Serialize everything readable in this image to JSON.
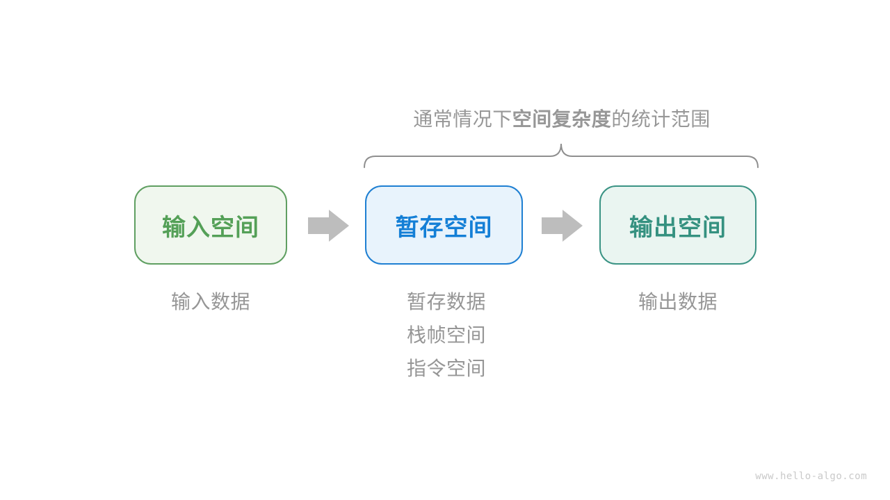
{
  "page": {
    "background": "#ffffff",
    "watermark": "www.hello-algo.com"
  },
  "title": {
    "prefix": "通常情况下",
    "bold": "空间复杂度",
    "suffix": "的统计范围",
    "color": "#979797"
  },
  "brace": {
    "color": "#8f8f8f",
    "spans": [
      "暂存空间",
      "输出空间"
    ]
  },
  "boxes": [
    {
      "id": "input-space",
      "label": "输入空间",
      "text_color": "#54a057",
      "border_color": "#5f9f61",
      "background": "#f0f7ee",
      "notes": [
        "输入数据"
      ]
    },
    {
      "id": "temp-space",
      "label": "暂存空间",
      "text_color": "#147fd6",
      "border_color": "#1e7fd2",
      "background": "#e8f3fc",
      "notes": [
        "暂存数据",
        "栈帧空间",
        "指令空间"
      ]
    },
    {
      "id": "output-space",
      "label": "输出空间",
      "text_color": "#359180",
      "border_color": "#3a9384",
      "background": "#eaf5f1",
      "notes": [
        "输出数据"
      ]
    }
  ],
  "arrows": {
    "color": "#bdbdbd",
    "count": 2
  }
}
